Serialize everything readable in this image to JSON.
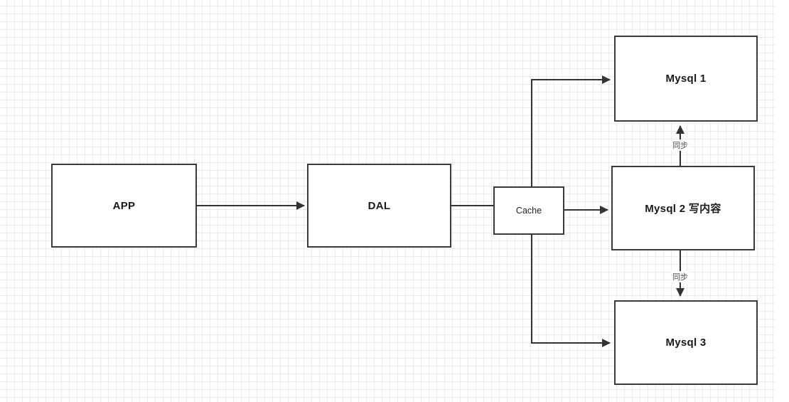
{
  "diagram": {
    "nodes": {
      "app": {
        "label": "APP"
      },
      "dal": {
        "label": "DAL"
      },
      "cache": {
        "label": "Cache"
      },
      "mysql1": {
        "label": "Mysql 1"
      },
      "mysql2": {
        "label": "Mysql 2  写内容"
      },
      "mysql3": {
        "label": "Mysql 3"
      }
    },
    "edge_labels": {
      "sync_up": "同步",
      "sync_down": "同步"
    },
    "colors": {
      "stroke": "#333333",
      "node_border": "#3a3a3a",
      "grid": "#ececec",
      "background": "#ffffff",
      "edge_label_text": "#555555"
    }
  }
}
